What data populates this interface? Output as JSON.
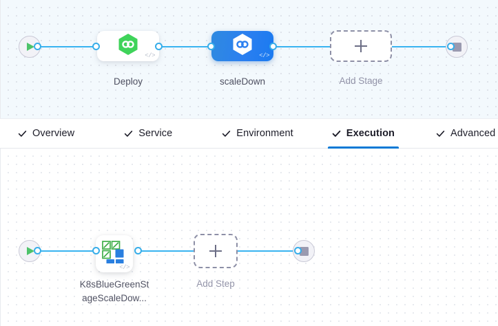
{
  "colors": {
    "accent": "#0278d5",
    "edge": "#38b3f0",
    "selected_node": "#1a7af0",
    "canvas_top_bg": "#f3f9fd",
    "canvas_bottom_bg": "#ffffff",
    "label": "#4f5162",
    "muted_label": "#9293a8",
    "start_icon": "#4dc36a",
    "stop_icon": "#9a9ab0",
    "k8s_green": "#3fae49",
    "k8s_blue": "#2a7fe0"
  },
  "stage_graph": {
    "start_node": {
      "icon": "play-icon"
    },
    "end_node": {
      "icon": "stop-icon"
    },
    "nodes": [
      {
        "label": "Deploy",
        "icon": "harness-cd-hexagon-green-icon",
        "selected": false,
        "code_badge": "</>"
      },
      {
        "label": "scaleDown",
        "icon": "harness-cd-hexagon-white-icon",
        "selected": true,
        "code_badge": "</>"
      }
    ],
    "add_stage": {
      "label": "Add Stage",
      "icon": "plus-icon"
    }
  },
  "tabs": {
    "items": [
      {
        "label": "Overview",
        "checked": true,
        "active": false
      },
      {
        "label": "Service",
        "checked": true,
        "active": false
      },
      {
        "label": "Environment",
        "checked": true,
        "active": false
      },
      {
        "label": "Execution",
        "checked": true,
        "active": true
      },
      {
        "label": "Advanced",
        "checked": true,
        "active": false
      }
    ]
  },
  "step_graph": {
    "start_node": {
      "icon": "play-icon"
    },
    "end_node": {
      "icon": "stop-icon"
    },
    "nodes": [
      {
        "label_line1": "K8sBlueGreenSt",
        "label_line2": "ageScaleDow...",
        "icon": "k8s-blue-green-squares-icon",
        "code_badge": "</>"
      }
    ],
    "add_step": {
      "label": "Add Step",
      "icon": "plus-icon"
    }
  }
}
